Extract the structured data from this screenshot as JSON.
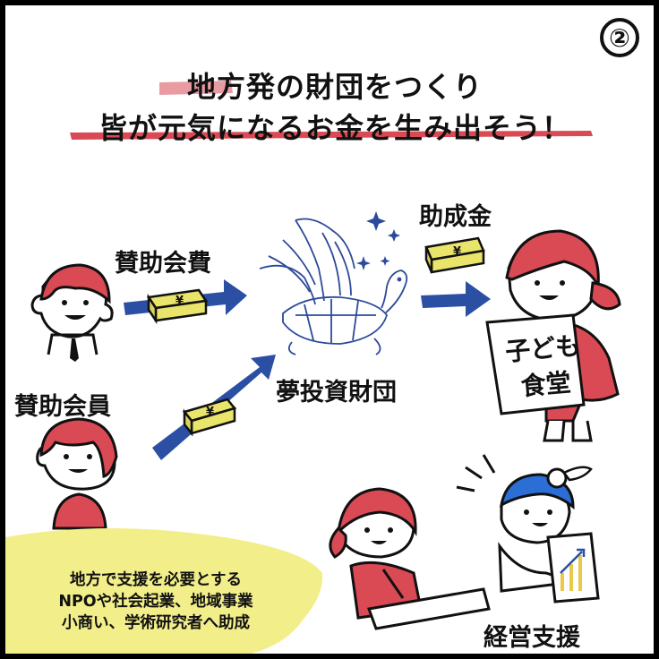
{
  "badge": "②",
  "title": {
    "line1": "地方発の財団をつくり",
    "line2": "皆が元気になるお金を生み出そう！"
  },
  "labels": {
    "sponsor_fee": "賛助会費",
    "sponsor_member": "賛助会員",
    "foundation": "夢投資財団",
    "grant": "助成金",
    "management_support": "経営支援"
  },
  "sign_text": [
    "子ども",
    "食堂"
  ],
  "bubble": {
    "lines": [
      "地方で支援を必要とする",
      "NPOや社会起業、地域事業",
      "小商い、学術研究者へ助成"
    ]
  },
  "yen_symbol": "¥",
  "colors": {
    "accent_red": "#d94a55",
    "arrow_blue": "#2b4fa3",
    "money_yellow": "#e9e46a",
    "bubble_yellow": "#f2ee8a",
    "bird_blue": "#2c4a9a"
  }
}
